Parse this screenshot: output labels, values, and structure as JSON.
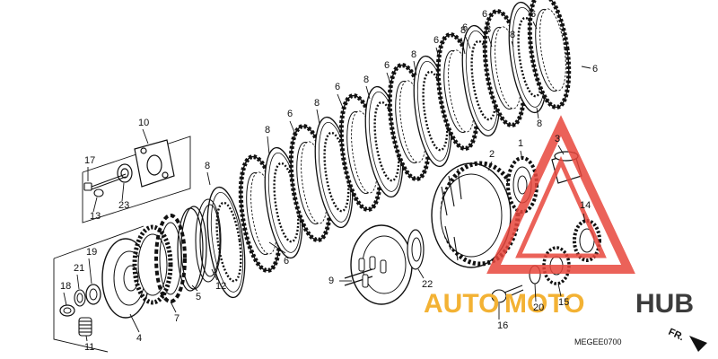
{
  "callouts": [
    {
      "id": "c1",
      "text": "1"
    },
    {
      "id": "c2",
      "text": "2"
    },
    {
      "id": "c3",
      "text": "3"
    },
    {
      "id": "c4",
      "text": "4"
    },
    {
      "id": "c5",
      "text": "5"
    },
    {
      "id": "c6a",
      "text": "6"
    },
    {
      "id": "c6b",
      "text": "6"
    },
    {
      "id": "c6c",
      "text": "6"
    },
    {
      "id": "c6d",
      "text": "6"
    },
    {
      "id": "c6e",
      "text": "6"
    },
    {
      "id": "c6f",
      "text": "6"
    },
    {
      "id": "c6g",
      "text": "6"
    },
    {
      "id": "c6h",
      "text": "6"
    },
    {
      "id": "c6i",
      "text": "6"
    },
    {
      "id": "c7",
      "text": "7"
    },
    {
      "id": "c8a",
      "text": "8"
    },
    {
      "id": "c8b",
      "text": "8"
    },
    {
      "id": "c8c",
      "text": "8"
    },
    {
      "id": "c8d",
      "text": "8"
    },
    {
      "id": "c8e",
      "text": "8"
    },
    {
      "id": "c8f",
      "text": "8"
    },
    {
      "id": "c8g",
      "text": "8"
    },
    {
      "id": "c8h",
      "text": "8"
    },
    {
      "id": "c8i",
      "text": "8"
    },
    {
      "id": "c9",
      "text": "9"
    },
    {
      "id": "c10",
      "text": "10"
    },
    {
      "id": "c11",
      "text": "11"
    },
    {
      "id": "c12",
      "text": "12"
    },
    {
      "id": "c13",
      "text": "13"
    },
    {
      "id": "c14",
      "text": "14"
    },
    {
      "id": "c15",
      "text": "15"
    },
    {
      "id": "c16",
      "text": "16"
    },
    {
      "id": "c17",
      "text": "17"
    },
    {
      "id": "c18",
      "text": "18"
    },
    {
      "id": "c19",
      "text": "19"
    },
    {
      "id": "c20",
      "text": "20"
    },
    {
      "id": "c21",
      "text": "21"
    },
    {
      "id": "c22",
      "text": "22"
    },
    {
      "id": "c23",
      "text": "23"
    }
  ],
  "diagram_code": "MEGEE0700",
  "front_marker": "FR.",
  "watermark": {
    "part1": "AUTO",
    "part2": "MOTO",
    "part3": "HUB"
  },
  "colors": {
    "line": "#111111",
    "watermark_red": "#e8473d",
    "watermark_yellow": "#f3b234",
    "watermark_dark": "#3c3c3c"
  }
}
